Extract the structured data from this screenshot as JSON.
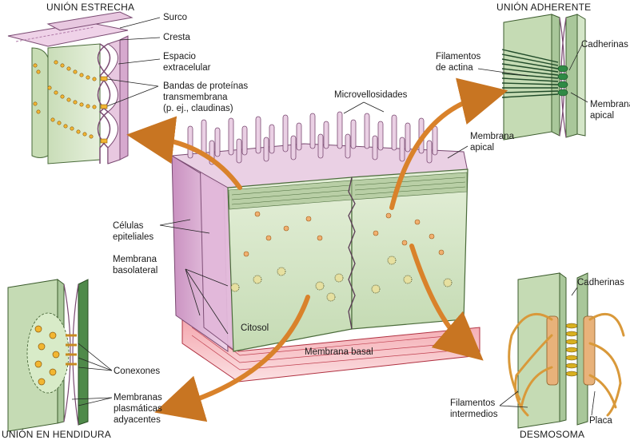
{
  "panels": {
    "tight": {
      "title": "UNIÓN ESTRECHA",
      "labels": {
        "groove": "Surco",
        "ridge": "Cresta",
        "space_l1": "Espacio",
        "space_l2": "extracelular",
        "bands_l1": "Bandas de proteínas",
        "bands_l2": "transmembrana",
        "bands_l3": "(p. ej., claudinas)"
      }
    },
    "adherens": {
      "title": "UNIÓN ADHERENTE",
      "labels": {
        "actin_l1": "Filamentos",
        "actin_l2": "de actina",
        "cadherins": "Cadherinas",
        "membrane_l1": "Membrana",
        "membrane_l2": "apical"
      }
    },
    "gap": {
      "title": "UNIÓN EN HENDIDURA",
      "labels": {
        "connexons": "Conexones",
        "membranes_l1": "Membranas",
        "membranes_l2": "plasmáticas",
        "membranes_l3": "adyacentes"
      }
    },
    "desmosome": {
      "title": "DESMOSOMA",
      "labels": {
        "cadherins": "Cadherinas",
        "filaments_l1": "Filamentos",
        "filaments_l2": "intermedios",
        "plaque": "Placa"
      }
    }
  },
  "center": {
    "microvilli": "Microvellosidades",
    "apical_l1": "Membrana",
    "apical_l2": "apical",
    "cells_l1": "Células",
    "cells_l2": "epiteliales",
    "basolateral_l1": "Membrana",
    "basolateral_l2": "basolateral",
    "cytosol": "Citosol",
    "basal": "Membrana basal"
  },
  "colors": {
    "pink": "#e8c8e0",
    "pink_dark": "#b07aa8",
    "green_light": "#d4e6c8",
    "green_dark": "#2f6b3a",
    "orange": "#d98a2b",
    "basal_red": "#e06070",
    "yellow": "#f2b632"
  }
}
